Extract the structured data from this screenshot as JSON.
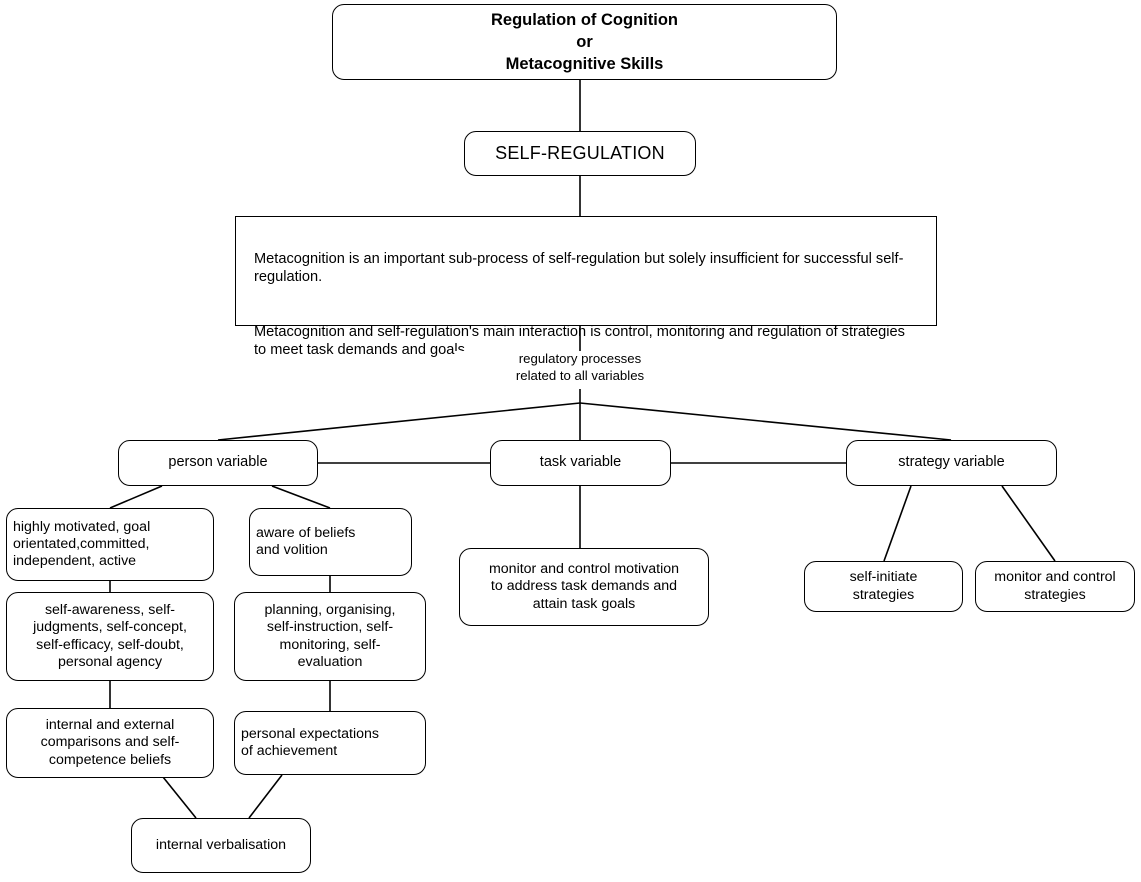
{
  "diagram": {
    "title_box": {
      "text": "Regulation of Cognition\nor\nMetacognitive Skills"
    },
    "self_regulation_box": {
      "text": "SELF-REGULATION"
    },
    "note_box": {
      "paragraph_1": "Metacognition is an important sub-process of self-regulation but solely insufficient for successful self-regulation.",
      "paragraph_2": "Metacognition and self-regulation's main interaction is control, monitoring and regulation of strategies to meet task demands and goals."
    },
    "connector_label": {
      "text": "regulatory processes\nrelated to all variables"
    },
    "variables": {
      "person": "person variable",
      "task": "task variable",
      "strategy": "strategy variable"
    },
    "person_branch_left": [
      "highly motivated, goal\norientated,committed,\nindependent, active",
      "self-awareness, self-\njudgments, self-concept,\nself-efficacy, self-doubt,\npersonal agency",
      "internal and external\ncomparisons and self-\ncompetence beliefs"
    ],
    "person_branch_right": [
      "aware of beliefs\nand volition",
      "planning, organising,\nself-instruction, self-\nmonitoring, self-\nevaluation",
      "personal expectations\nof achievement"
    ],
    "shared_bottom": "internal verbalisation",
    "task_branch": [
      "monitor and control motivation\nto address task demands and\nattain task goals"
    ],
    "strategy_branch": [
      "self-initiate\nstrategies",
      "monitor and control\nstrategies"
    ],
    "colors": {
      "stroke": "#000000",
      "background": "#ffffff",
      "text": "#000000"
    }
  }
}
